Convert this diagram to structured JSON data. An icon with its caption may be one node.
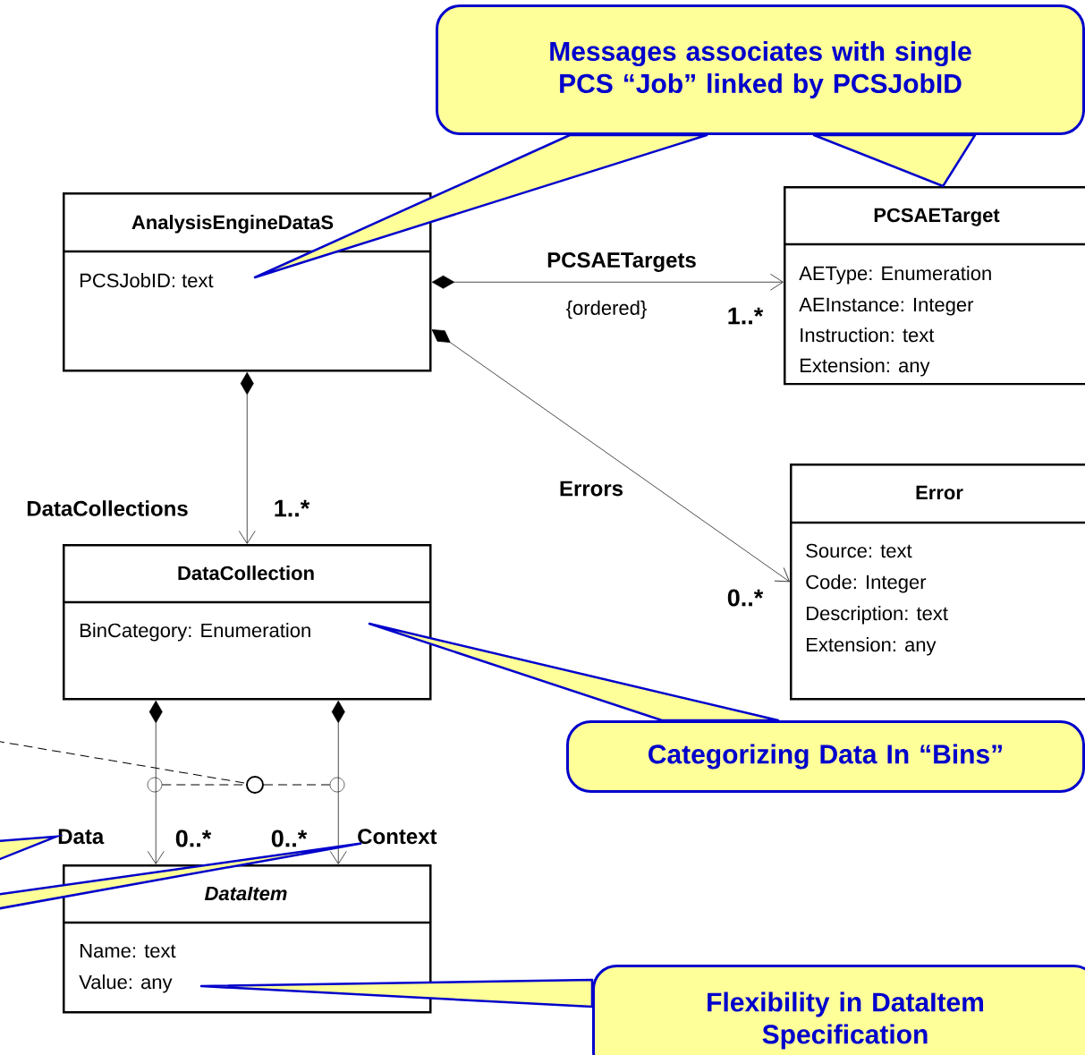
{
  "diagram": {
    "nodes": [
      {
        "text": [
          "Messages associates with single PCS “Job” linked by PCSJobID"
        ]
      },
      {
        "text": [
          "AnalysisEngineDataS",
          "PCSJobID: text"
        ]
      },
      {
        "text": [
          "PCSAETarget",
          "AEType: Enumeration",
          "AEInstance: Integer",
          "Instruction: text",
          "Extension: any"
        ]
      },
      {
        "text": [
          "Error",
          "Source: text",
          "Code: Integer",
          "Description: text",
          "Extension: any"
        ]
      },
      {
        "text": [
          "DataCollection",
          "BinCategory: Enumeration"
        ]
      },
      {
        "text": [
          "Categorizing Data In “Bins”"
        ]
      },
      {
        "text": [],
        "shape": "circle"
      },
      {
        "text": [],
        "shape": "circle"
      },
      {
        "text": [],
        "shape": "circle"
      },
      {
        "text": [
          "Data"
        ]
      },
      {
        "text": [
          "Context"
        ]
      },
      {
        "text": [
          "DataItem",
          "Name: text",
          "Value: any"
        ]
      },
      {
        "text": [
          "Flexibility in DataItem Specification"
        ]
      }
    ],
    "edges": [
      {
        "from": 1,
        "to": 2,
        "arrow": "to",
        "label": "PCSAETargets"
      },
      {
        "from": 1,
        "to": 3,
        "arrow": "to",
        "label": "Errors"
      },
      {
        "from": 1,
        "to": 4,
        "arrow": "to",
        "label": "DataCollections"
      },
      {
        "from": 4,
        "to": 11,
        "arrow": "to"
      },
      {
        "from": 4,
        "to": 11,
        "arrow": "to"
      },
      {
        "from": 0,
        "to": 1,
        "arrow": "none",
        "color": "#0000cc"
      },
      {
        "from": 0,
        "to": 2,
        "arrow": "none",
        "color": "#0000cc"
      },
      {
        "from": 5,
        "to": 4,
        "arrow": "none",
        "color": "#0000cc"
      },
      {
        "from": null,
        "to": 9,
        "arrow": "to",
        "color": "#0000cc"
      },
      {
        "from": null,
        "to": 10,
        "arrow": "to",
        "color": "#0000cc"
      },
      {
        "from": 12,
        "to": 11,
        "arrow": "none",
        "color": "#0000cc"
      },
      {
        "from": null,
        "to": 7,
        "arrow": "none",
        "style": "dashed"
      },
      {
        "from": 6,
        "to": 7,
        "arrow": "none",
        "style": "dashed"
      },
      {
        "from": 7,
        "to": 8,
        "arrow": "none",
        "style": "dashed"
      }
    ],
    "labels": [
      "{ordered}",
      "1..*",
      "1..*",
      "0..*",
      "0..*",
      "0..*"
    ]
  }
}
